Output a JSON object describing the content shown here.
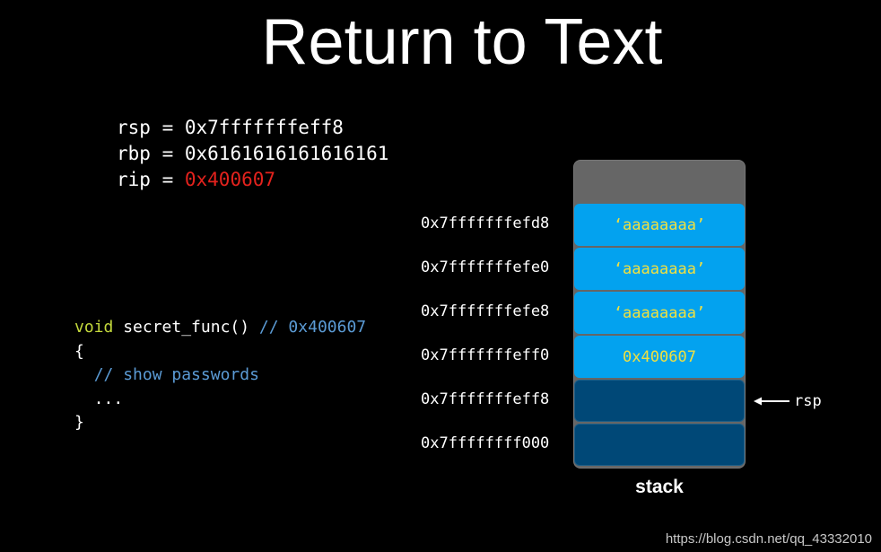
{
  "title": "Return to Text",
  "registers": [
    {
      "name": "rsp",
      "eq": " = ",
      "value": "0x7fffffffeff8"
    },
    {
      "name": "rbp",
      "eq": " = ",
      "value": "0x6161616161616161"
    },
    {
      "name": "rip",
      "eq": " = ",
      "value": "0x400607"
    }
  ],
  "code": {
    "keyword": "void",
    "func": " secret_func() ",
    "func_comment": "// 0x400607",
    "open_brace": "{",
    "indent": "  ",
    "body_comment": "// show passwords",
    "ellipsis": "  ...",
    "close_brace": "}"
  },
  "stack": {
    "label": "stack",
    "slots": [
      {
        "address": "0x7fffffffefd8",
        "value": "‘aaaaaaaa’"
      },
      {
        "address": "0x7fffffffefe0",
        "value": "‘aaaaaaaa’"
      },
      {
        "address": "0x7fffffffefe8",
        "value": "‘aaaaaaaa’"
      },
      {
        "address": "0x7fffffffeff0",
        "value": "0x400607"
      },
      {
        "address": "0x7fffffffeff8",
        "value": ""
      },
      {
        "address": "0x7ffffffff000",
        "value": ""
      }
    ],
    "pointer_label": "rsp"
  },
  "colors": {
    "highlight": "#e3221d",
    "keyword": "#c4d93c",
    "comment": "#5b9bd5",
    "slot_filled": "#03a2ef",
    "slot_empty": "#004877",
    "slot_text": "#f0e040"
  },
  "watermark": "https://blog.csdn.net/qq_43332010"
}
